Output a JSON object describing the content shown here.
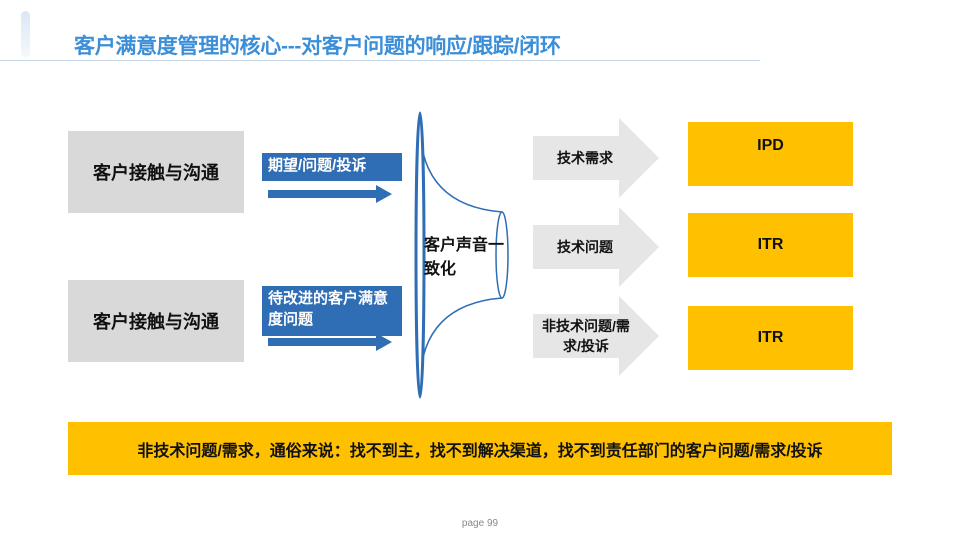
{
  "title": "客户满意度管理的核心---对客户问题的响应/跟踪/闭环",
  "touchpoints": [
    {
      "label": "客户接触与沟通",
      "tag": "期望/问题/投诉"
    },
    {
      "label": "客户接触与沟通",
      "tag": "待改进的客户满意度问题"
    }
  ],
  "funnel_label": "客户声音一致化",
  "categories": [
    {
      "label": "技术需求",
      "target": "IPD"
    },
    {
      "label": "技术问题",
      "target": "ITR"
    },
    {
      "label": "非技术问题/需求/投诉",
      "target": "ITR"
    }
  ],
  "note": "非技术问题/需求，通俗来说：找不到主，找不到解决渠道，找不到责任部门的客户问题/需求/投诉",
  "page": "page 99",
  "colors": {
    "title": "#3b8ed8",
    "gray_box": "#d9d9d9",
    "blue_label": "#2f6db4",
    "chevron": "#e6e6e6",
    "yellow": "#ffc000",
    "funnel_stroke": "#2f6db4"
  }
}
